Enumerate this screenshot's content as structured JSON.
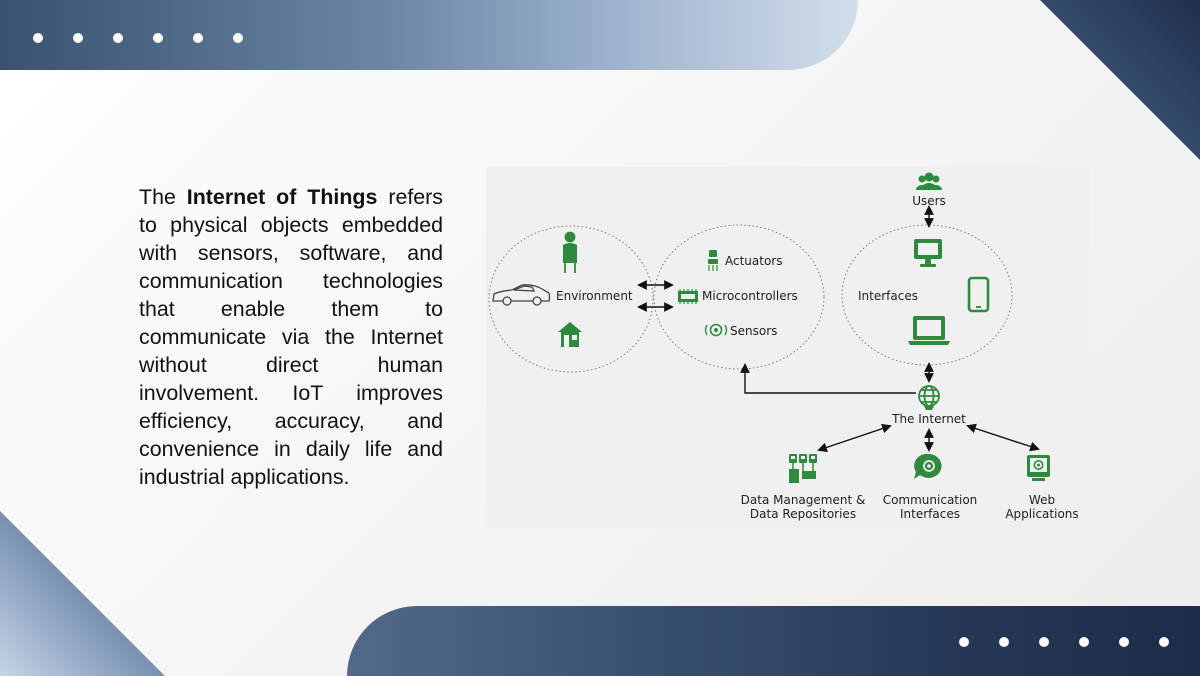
{
  "paragraph": {
    "intro": "The",
    "term": "Internet of Things",
    "rest": "refers to physical objects embedded with sensors, software, and communication technologies that enable them to communicate via the Internet without direct human involvement. IoT improves efficiency, accuracy, and convenience in daily life and industrial applications."
  },
  "diagram": {
    "users": "Users",
    "environment": "Environment",
    "actuators": "Actuators",
    "microcontrollers": "Microcontrollers",
    "sensors": "Sensors",
    "interfaces": "Interfaces",
    "internet": "The Internet",
    "data_management_line1": "Data Management &",
    "data_management_line2": "Data Repositories",
    "communication_line1": "Communication",
    "communication_line2": "Interfaces",
    "web_line1": "Web",
    "web_line2": "Applications"
  },
  "colors": {
    "accent_green": "#2e8b3e",
    "navy": "#263857"
  }
}
